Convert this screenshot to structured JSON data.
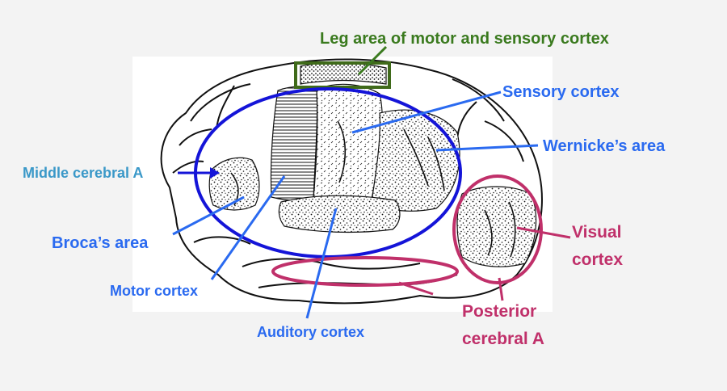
{
  "labels": {
    "leg_area": "Leg area of motor and sensory cortex",
    "sensory_cortex": "Sensory cortex",
    "wernickes_area": "Wernicke’s area",
    "middle_cerebral_a": "Middle cerebral A",
    "brocas_area": "Broca’s area",
    "motor_cortex": "Motor cortex",
    "auditory_cortex": "Auditory cortex",
    "visual_cortex_line1": "Visual",
    "visual_cortex_line2": "cortex",
    "posterior_cerebral_a_line1": "Posterior",
    "posterior_cerebral_a_line2": "cerebral A"
  },
  "colors": {
    "green": "#3a7a1e",
    "dark_green_box": "#3f6a1a",
    "blue_text": "#2a6af0",
    "teal_text": "#3a98c8",
    "blue_ellipse": "#1414d8",
    "magenta": "#c0306a",
    "background": "#f3f3f3"
  }
}
